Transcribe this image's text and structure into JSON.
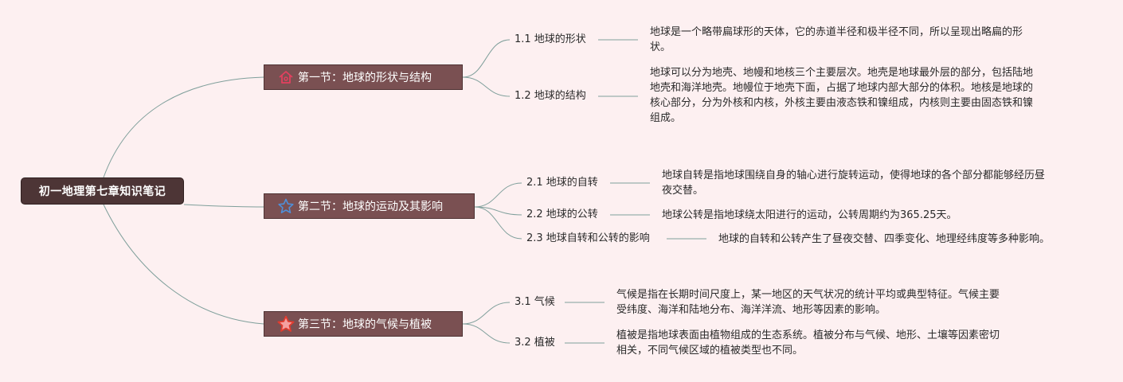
{
  "root": {
    "label": "初一地理第七章知识笔记"
  },
  "sections": [
    {
      "label": "第一节：地球的形状与结构",
      "icon": "house-icon",
      "icon_color": "#e3405f",
      "topics": [
        {
          "label": "1.1 地球的形状",
          "note": "地球是一个略带扁球形的天体，它的赤道半径和极半径不同，所以呈现出略扁的形状。"
        },
        {
          "label": "1.2 地球的结构",
          "note": "地球可以分为地壳、地幔和地核三个主要层次。地壳是地球最外层的部分，包括陆地地壳和海洋地壳。地幔位于地壳下面，占据了地球内部大部分的体积。地核是地球的核心部分，分为外核和内核，外核主要由液态铁和镍组成，内核则主要由固态铁和镍组成。"
        }
      ]
    },
    {
      "label": "第二节：地球的运动及其影响",
      "icon": "star-outline-icon",
      "icon_color": "#4f8fd8",
      "topics": [
        {
          "label": "2.1 地球的自转",
          "note": "地球自转是指地球围绕自身的轴心进行旋转运动，使得地球的各个部分都能够经历昼夜交替。"
        },
        {
          "label": "2.2 地球的公转",
          "note": "地球公转是指地球绕太阳进行的运动，公转周期约为365.25天。"
        },
        {
          "label": "2.3 地球自转和公转的影响",
          "note": "地球的自转和公转产生了昼夜交替、四季变化、地理经纬度等多种影响。"
        }
      ]
    },
    {
      "label": "第三节：地球的气候与植被",
      "icon": "star-icon",
      "icon_color": "#e23b2e",
      "topics": [
        {
          "label": "3.1 气候",
          "note": "气候是指在长期时间尺度上，某一地区的天气状况的统计平均或典型特征。气候主要受纬度、海洋和陆地分布、海洋洋流、地形等因素的影响。"
        },
        {
          "label": "3.2 植被",
          "note": "植被是指地球表面由植物组成的生态系统。植被分布与气候、地形、土壤等因素密切相关，不同气候区域的植被类型也不同。"
        }
      ]
    }
  ],
  "colors": {
    "background": "#fdf0f1",
    "root": "#4d3536",
    "section": "#7a5052",
    "line": "#7f9f9b"
  }
}
